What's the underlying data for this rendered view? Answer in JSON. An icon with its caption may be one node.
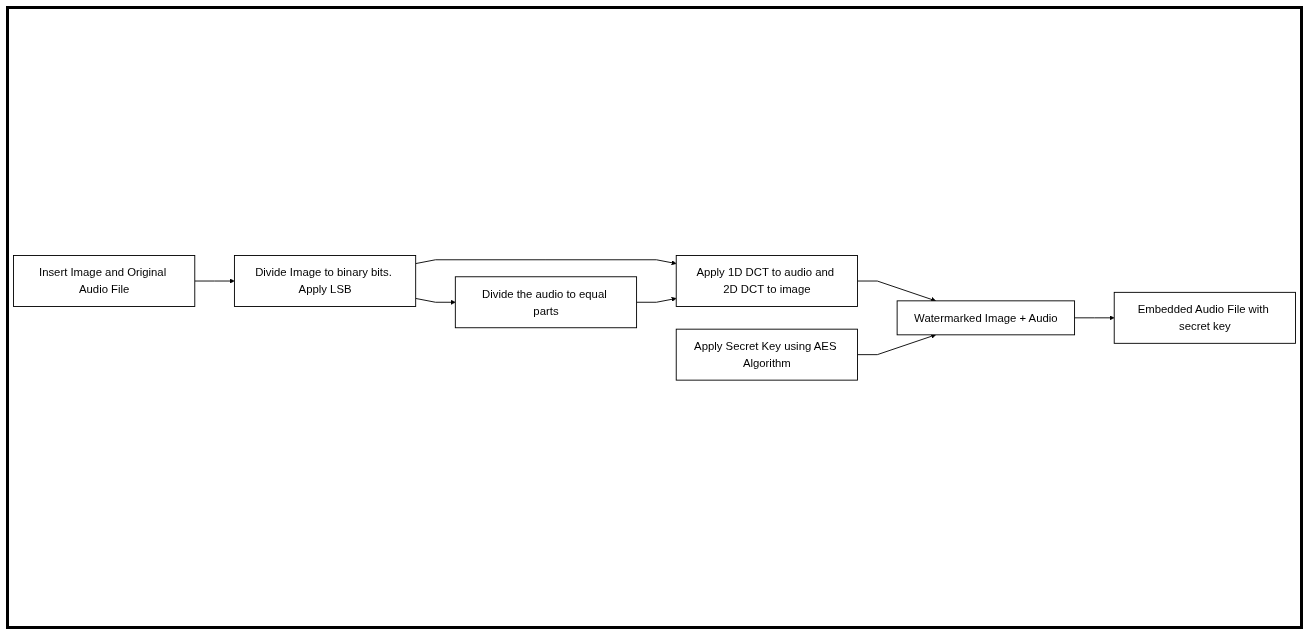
{
  "diagram": {
    "nodes": [
      {
        "text": [
          "Insert Image and Original Audio File"
        ]
      },
      {
        "text": [
          "Divide Image to binary bits. Apply LSB"
        ]
      },
      {
        "text": [
          "Divide the audio to equal parts"
        ]
      },
      {
        "text": [
          "Apply 1D DCT to audio and 2D DCT to image"
        ]
      },
      {
        "text": [
          "Apply Secret Key using AES Algorithm"
        ]
      },
      {
        "text": [
          "Watermarked Image + Audio"
        ]
      },
      {
        "text": [
          "Embedded Audio File with secret key"
        ]
      }
    ],
    "edges": [
      {
        "from": 0,
        "to": 1,
        "arrow": "to"
      },
      {
        "from": 1,
        "to": 2,
        "arrow": "to"
      },
      {
        "from": 1,
        "to": 3,
        "arrow": "to"
      },
      {
        "from": 2,
        "to": 3,
        "arrow": "to"
      },
      {
        "from": 3,
        "to": 5,
        "arrow": "to"
      },
      {
        "from": 4,
        "to": 5,
        "arrow": "to"
      },
      {
        "from": 5,
        "to": 6,
        "arrow": "to"
      }
    ]
  }
}
